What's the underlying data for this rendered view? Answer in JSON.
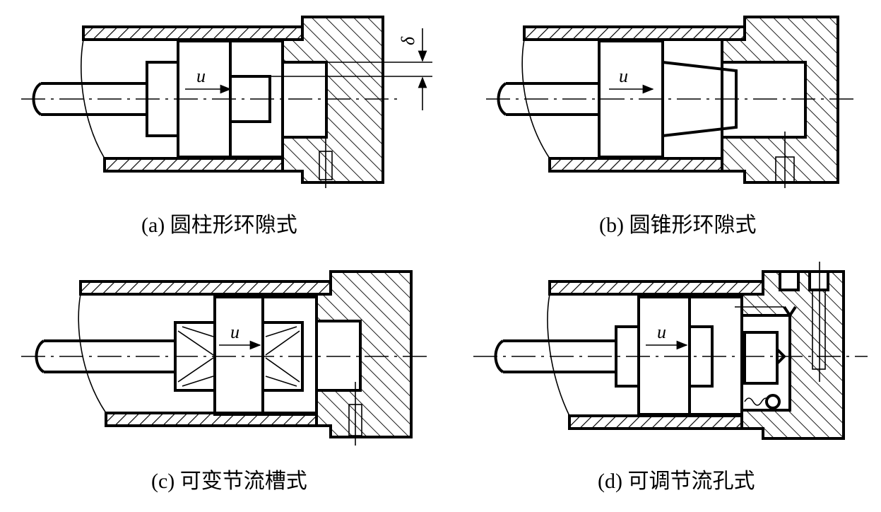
{
  "captions": {
    "a": "(a) 圆柱形环隙式",
    "b": "(b) 圆锥形环隙式",
    "c": "(c) 可变节流槽式",
    "d": "(d) 可调节流孔式"
  },
  "labels": {
    "u_a": "u",
    "u_b": "u",
    "u_c": "u",
    "u_d": "u",
    "delta": "δ"
  }
}
